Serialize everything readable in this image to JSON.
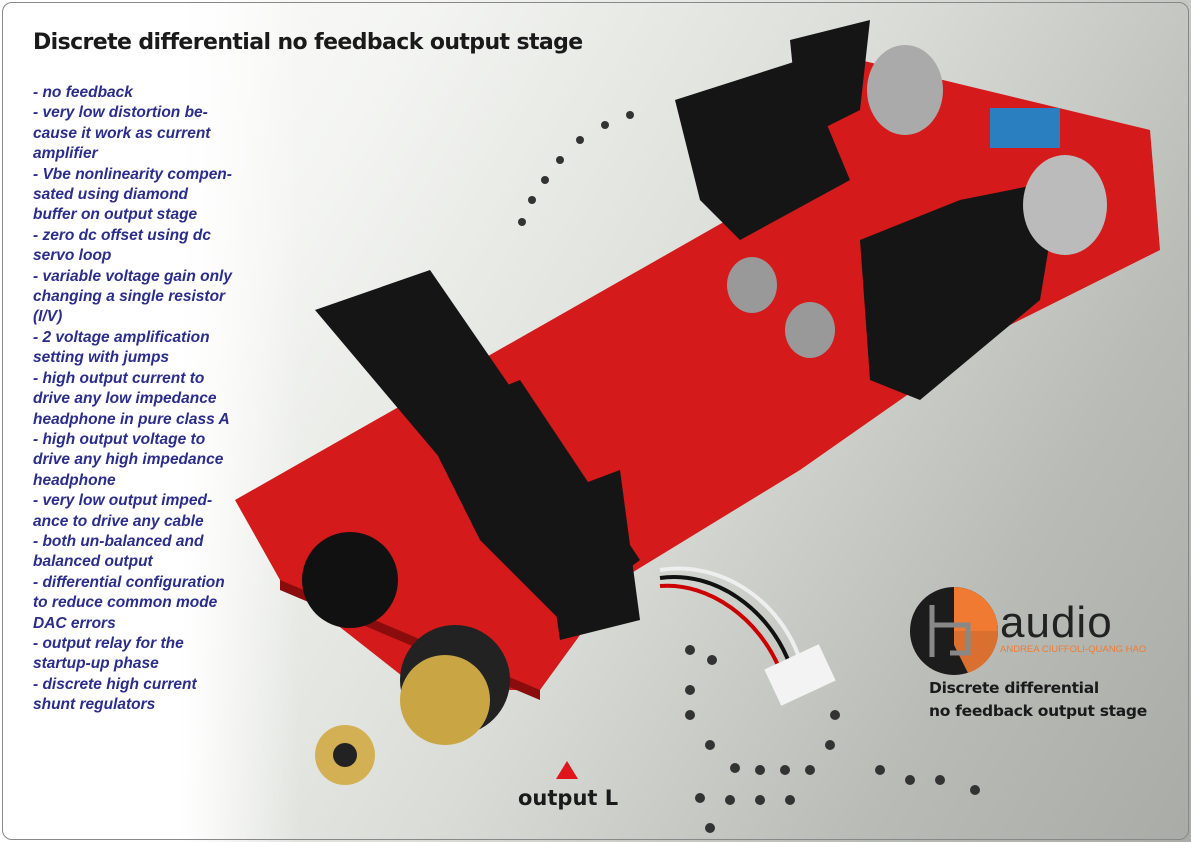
{
  "title": "Discrete differential no feedback output stage",
  "features": [
    "- no feedback",
    "- very low distortion be-",
    "cause it work as current",
    "amplifier",
    "- Vbe nonlinearity compen-",
    "sated using diamond",
    "buffer on output stage",
    "- zero dc offset using dc",
    "servo loop",
    "- variable voltage gain only",
    "changing a single resistor",
    "(I/V)",
    "- 2 voltage amplification",
    "setting with jumps",
    "- high output current to",
    "drive any low impedance",
    "headphone in pure class A",
    "- high output voltage to",
    "drive any high impedance",
    "headphone",
    "- very low output imped-",
    "ance to drive any cable",
    "- both un-balanced and",
    "balanced output",
    "- differential configuration",
    "to reduce common mode",
    "DAC errors",
    "- output relay for the",
    "startup-up phase",
    "- discrete high current",
    "shunt regulators"
  ],
  "output_label": "output L",
  "logo": {
    "brand": "audio",
    "authors": "ANDREA CIUFFOLI-QUANG HAO",
    "tagline_1": "Discrete differential",
    "tagline_2": "no feedback output stage"
  },
  "colors": {
    "pcb": "#d41a1a",
    "accent": "#f07a32",
    "text": "#2b2d8e",
    "marker": "#e0141b"
  }
}
